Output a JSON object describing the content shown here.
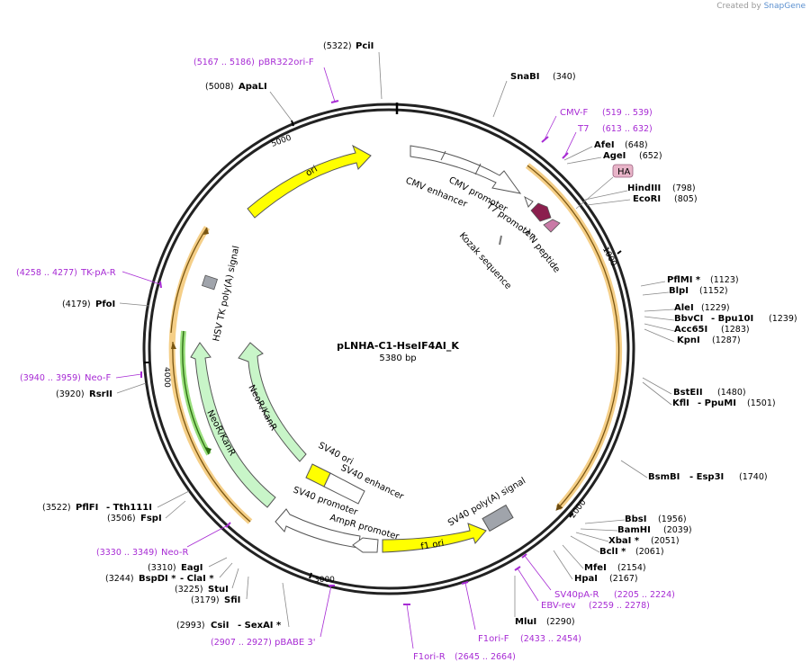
{
  "credit": {
    "prefix": "Created by",
    "brand": "SnapGene"
  },
  "plasmid": {
    "name": "pLNHA-C1-HseIF4AI_K",
    "size_label": "5380 bp",
    "length": 5380
  },
  "ticks": [
    {
      "bp": 1000,
      "label": "1000"
    },
    {
      "bp": 2000,
      "label": "2000"
    },
    {
      "bp": 3000,
      "label": "3000"
    },
    {
      "bp": 4000,
      "label": "4000"
    },
    {
      "bp": 5000,
      "label": "5000"
    }
  ],
  "sites": [
    {
      "id": "pcii",
      "name": "PciI",
      "pos": "(5322)"
    },
    {
      "id": "apali",
      "name": "ApaLI",
      "pos": "(5008)"
    },
    {
      "id": "snabi",
      "name": "SnaBI",
      "pos": "(340)"
    },
    {
      "id": "afei",
      "name": "AfeI",
      "pos": "(648)"
    },
    {
      "id": "agei",
      "name": "AgeI",
      "pos": "(652)"
    },
    {
      "id": "hindiii",
      "name": "HindIII",
      "pos": "(798)"
    },
    {
      "id": "ecori",
      "name": "EcoRI",
      "pos": "(805)"
    },
    {
      "id": "pflmi",
      "name": "PflMI *",
      "pos": "(1123)"
    },
    {
      "id": "blpi",
      "name": "BlpI",
      "pos": "(1152)"
    },
    {
      "id": "alei",
      "name": "AleI",
      "pos": "(1229)"
    },
    {
      "id": "bbvci",
      "name": "BbvCI",
      "name2": "- Bpu10I",
      "pos": "(1239)"
    },
    {
      "id": "acc65i",
      "name": "Acc65I",
      "pos": "(1283)"
    },
    {
      "id": "kpni",
      "name": "KpnI",
      "pos": "(1287)"
    },
    {
      "id": "bsteii",
      "name": "BstEII",
      "pos": "(1480)"
    },
    {
      "id": "kfli",
      "name": "KflI",
      "name2": "- PpuMI",
      "pos": "(1501)"
    },
    {
      "id": "bsmbi",
      "name": "BsmBI",
      "name2": "- Esp3I",
      "pos": "(1740)"
    },
    {
      "id": "bbsi",
      "name": "BbsI",
      "pos": "(1956)"
    },
    {
      "id": "bamhi",
      "name": "BamHI",
      "pos": "(2039)"
    },
    {
      "id": "xbai",
      "name": "XbaI *",
      "pos": "(2051)"
    },
    {
      "id": "bcli",
      "name": "BclI *",
      "pos": "(2061)"
    },
    {
      "id": "mfei",
      "name": "MfeI",
      "pos": "(2154)"
    },
    {
      "id": "hpai",
      "name": "HpaI",
      "pos": "(2167)"
    },
    {
      "id": "mlui",
      "name": "MluI",
      "pos": "(2290)"
    },
    {
      "id": "csii",
      "name": "CsiI",
      "name2": "- SexAI *",
      "pos": "(2993)"
    },
    {
      "id": "sfii",
      "name": "SfiI",
      "pos": "(3179)"
    },
    {
      "id": "stui",
      "name": "StuI",
      "pos": "(3225)"
    },
    {
      "id": "bspdi",
      "name": "BspDI *",
      "name2": "- ClaI *",
      "pos": "(3244)"
    },
    {
      "id": "eagi",
      "name": "EagI",
      "pos": "(3310)"
    },
    {
      "id": "fspi",
      "name": "FspI",
      "pos": "(3506)"
    },
    {
      "id": "pflfi",
      "name": "PflFI",
      "name2": "- Tth111I",
      "pos": "(3522)"
    },
    {
      "id": "rsrii",
      "name": "RsrII",
      "pos": "(3920)"
    },
    {
      "id": "pfoi",
      "name": "PfoI",
      "pos": "(4179)"
    }
  ],
  "primers": [
    {
      "id": "pbr322ori-f",
      "name": "pBR322ori-F",
      "pos": "(5167 .. 5186)"
    },
    {
      "id": "cmv-f",
      "name": "CMV-F",
      "pos": "(519 .. 539)"
    },
    {
      "id": "t7",
      "name": "T7",
      "pos": "(613 .. 632)"
    },
    {
      "id": "sv40pa-r",
      "name": "SV40pA-R",
      "pos": "(2205 .. 2224)"
    },
    {
      "id": "ebv-rev",
      "name": "EBV-rev",
      "pos": "(2259 .. 2278)"
    },
    {
      "id": "f1ori-f",
      "name": "F1ori-F",
      "pos": "(2433 .. 2454)"
    },
    {
      "id": "f1ori-r",
      "name": "F1ori-R",
      "pos": "(2645 .. 2664)"
    },
    {
      "id": "pbabe3",
      "name": "pBABE 3'",
      "pos": "(2907 .. 2927)"
    },
    {
      "id": "neo-r",
      "name": "Neo-R",
      "pos": "(3330 .. 3349)"
    },
    {
      "id": "neo-f",
      "name": "Neo-F",
      "pos": "(3940 .. 3959)"
    },
    {
      "id": "tk-pa-r",
      "name": "TK-pA-R",
      "pos": "(4258 .. 4277)"
    }
  ],
  "features": {
    "ori": "ori",
    "cmv_enhancer": "CMV enhancer",
    "cmv_promoter": "CMV promoter",
    "t7_promoter": "T7 promoter",
    "lambda_n": "λ N peptide",
    "kozak": "Kozak sequence",
    "ha": "HA",
    "hsv_tk": "HSV TK poly(A) signal",
    "neo_inner": "NeoR/KanR",
    "neo_outer": "NeoR/KanR",
    "sv40_ori": "SV40 ori",
    "sv40_enhancer": "SV40 enhancer",
    "sv40_promoter": "SV40 promoter",
    "ampr_promoter": "AmpR promoter",
    "f1_ori": "f1 ori",
    "sv40_polya": "SV40 poly(A) signal"
  },
  "colors": {
    "backbone": "#222222",
    "insert_orf": "#f5b94a",
    "ori": "#ffff00",
    "neo": "#c8f5c8",
    "lambda_n": "#8b1f4e",
    "ha": "#e8b4c8",
    "primer": "#a72bd4",
    "polya": "#a0a4ab"
  }
}
